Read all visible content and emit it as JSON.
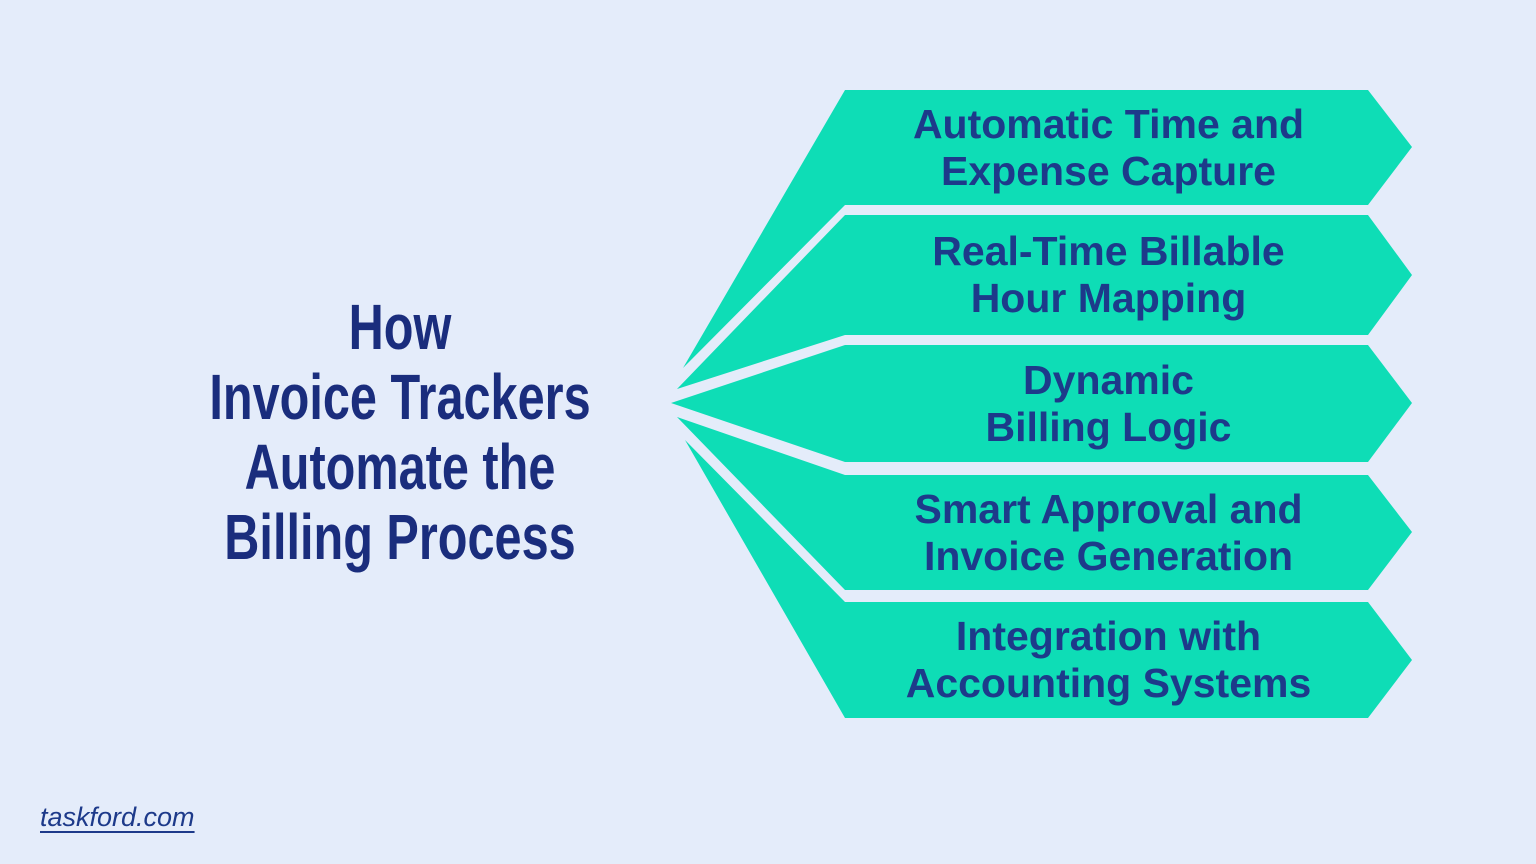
{
  "colors": {
    "background": "#e4ecfa",
    "arrow_fill": "#0eddb6",
    "title_text": "#1a2d7d",
    "banner_text": "#1d3a8a",
    "link_text": "#1d3a8a"
  },
  "title": {
    "lines": [
      "How",
      "Invoice Trackers",
      "Automate the",
      "Billing Process"
    ]
  },
  "banners": {
    "items": [
      {
        "label": "Automatic Time and Expense Capture",
        "lines": [
          "Automatic Time and",
          "Expense Capture"
        ]
      },
      {
        "label": "Real-Time Billable Hour Mapping",
        "lines": [
          "Real-Time Billable",
          "Hour Mapping"
        ]
      },
      {
        "label": "Dynamic Billing Logic",
        "lines": [
          "Dynamic",
          "Billing Logic"
        ]
      },
      {
        "label": "Smart Approval and Invoice Generation",
        "lines": [
          "Smart Approval and",
          "Invoice Generation"
        ]
      },
      {
        "label": "Integration with Accounting Systems",
        "lines": [
          "Integration with",
          "Accounting Systems"
        ]
      }
    ]
  },
  "footer": {
    "website": "taskford.com"
  }
}
